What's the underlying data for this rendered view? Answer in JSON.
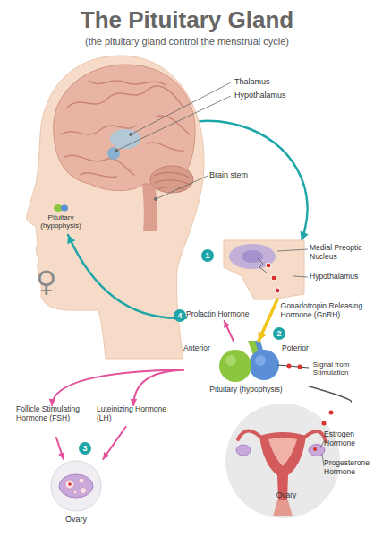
{
  "diagram": {
    "title": "The Pituitary Gland",
    "nodes": [
      {
        "text": [
          "Pituitary (hypophysis)"
        ]
      },
      {
        "text": [
          "Medial Preoptic Nucleus",
          "Hypothalamus"
        ]
      },
      {
        "text": [
          "Prolactin Hormone"
        ]
      },
      {
        "text": [
          "Anterior",
          "Poterior",
          "Pituitary (hypophysis)"
        ]
      },
      {
        "text": [
          "Follicle Stimulating Hormone (FSH)"
        ]
      },
      {
        "text": [
          "Luteinizing Hormone (LH)"
        ]
      },
      {
        "text": [
          "Ovary"
        ]
      },
      {
        "text": [
          "Estrogen Hormone",
          "Progesterone Hormone",
          "Ovary"
        ]
      }
    ],
    "edges": [
      {
        "from": 0,
        "to": 1,
        "arrow": "to"
      },
      {
        "from": 1,
        "to": 3,
        "arrow": "to",
        "label": "Gonadotropin Releasing Hormone (GnRH)"
      },
      {
        "from": 3,
        "to": 2,
        "arrow": "to"
      },
      {
        "from": 2,
        "to": 0,
        "arrow": "to"
      },
      {
        "from": 3,
        "to": 4,
        "arrow": "to"
      },
      {
        "from": 3,
        "to": 5,
        "arrow": "to"
      },
      {
        "from": 4,
        "to": 6,
        "arrow": "to"
      },
      {
        "from": 5,
        "to": 6,
        "arrow": "to"
      },
      {
        "from": 7,
        "to": 3,
        "arrow": "none",
        "label": "Signal from Stimulation"
      }
    ],
    "labels": [
      "(the pituitary gland control the menstrual cycle)",
      "Thalamus",
      "Hypothalamus",
      "Brain stem",
      "♀",
      "1",
      "2",
      "3",
      "4"
    ]
  }
}
